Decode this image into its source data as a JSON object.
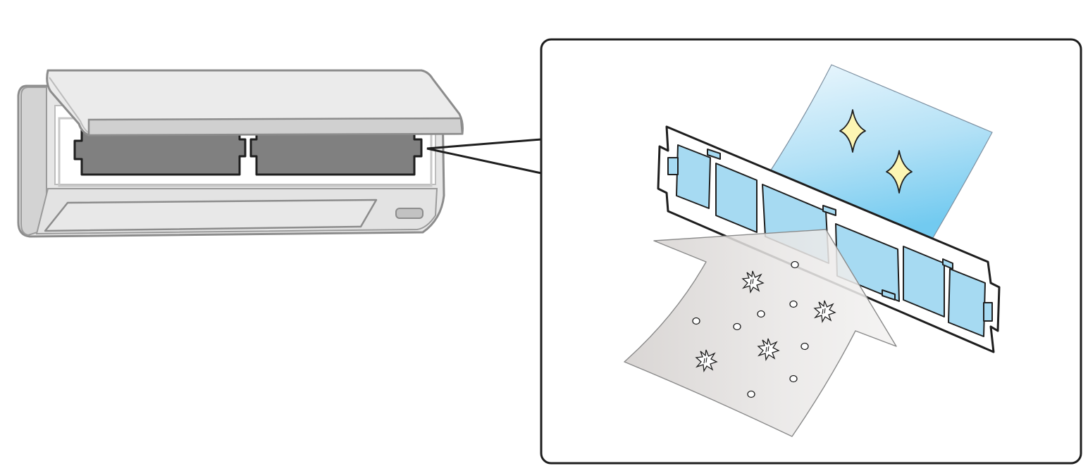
{
  "diagram": {
    "subject": "air-conditioner-filter-cleaning",
    "elements": [
      "air-conditioner-indoor-unit",
      "front-panel-open",
      "left-air-filter",
      "right-air-filter",
      "magnifier-callout",
      "air-filter-closeup",
      "dirty-air-arrow",
      "dust-particles",
      "clean-air-flow",
      "sparkle-icons"
    ]
  },
  "colors": {
    "outline": "#1e1e1e",
    "unit_body": "#e6e6e6",
    "unit_outline": "#8c8c8c",
    "filter_dark": "#808080",
    "filter_mesh": "#a6daf2",
    "clean_air_light": "#eaf6fd",
    "clean_air_deep": "#7ccdf1",
    "dirty_air": "#e2dedc",
    "sparkle_fill": "#fdf6b4"
  }
}
